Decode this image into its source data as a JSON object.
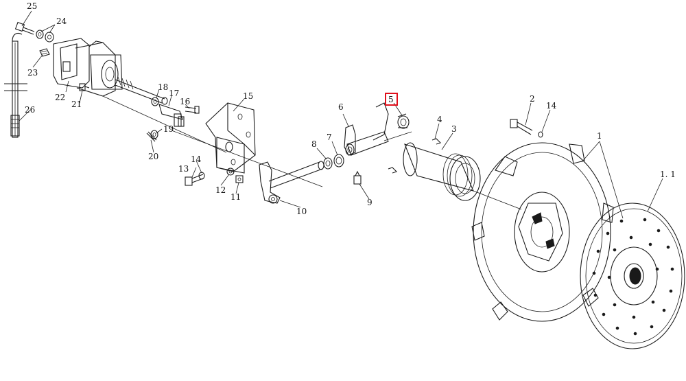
{
  "highlight": {
    "color": "#e0101c",
    "label": "5"
  },
  "callouts": {
    "c25": "25",
    "c24": "24",
    "c23": "23",
    "c22": "22",
    "c21": "21",
    "c26": "26",
    "c18": "18",
    "c17": "17",
    "c16": "16",
    "c15": "15",
    "c19": "19",
    "c20": "20",
    "c13": "13",
    "c14a": "14",
    "c12": "12",
    "c11": "11",
    "c10": "10",
    "c8": "8",
    "c7": "7",
    "c6": "6",
    "c5": "5",
    "c4": "4",
    "c3": "3",
    "c9": "9",
    "c2": "2",
    "c14b": "14",
    "c1": "1",
    "c1_1": "1. 1"
  }
}
